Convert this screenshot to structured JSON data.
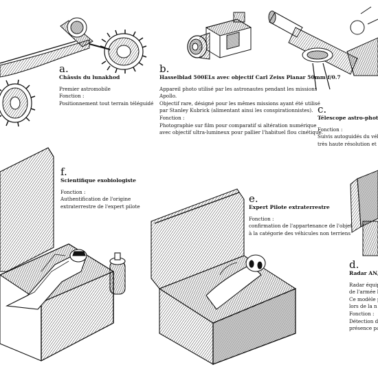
{
  "panels": {
    "a": {
      "letter": "a.",
      "title": "Châssis du lunakhod",
      "lines": [
        "Premier astromobile",
        "Fonction :",
        "Positionnement tout terrain téléguidé"
      ]
    },
    "b": {
      "letter": "b.",
      "title": "Hasselblad 500ELs avec objectif Carl Zeiss Planar 50mm f/0.7",
      "lines": [
        "Appareil photo utilisé par les astronautes pendant les missions",
        "Apollo.",
        "Objectif rare, désigné pour les mêmes missions ayant été utilisé",
        "par Stanley Kubrick (alimentant ainsi les conspirationnistes).",
        "Fonction :",
        "Photographie sur film pour comparatif si altération numérique",
        "avec objectif ultra-lumineux pour pallier l'habituel flou cinétique."
      ]
    },
    "c": {
      "letter": "c.",
      "title": "Télescope astro-photo spec",
      "lines": [
        "Fonction :",
        "Suivis autoguidés du véhicule",
        "très haute résolution et an"
      ]
    },
    "f": {
      "letter": "f.",
      "title": "Scientifique exobiologiste",
      "lines": [
        "Fonction :",
        "Authentification de l'origine",
        "extraterrestre de l'expert pilote"
      ]
    },
    "e": {
      "letter": "e.",
      "title": "Expert Pilote extraterrestre",
      "lines": [
        "Fonction :",
        "confirmation de l'appartenance de l'objet",
        "à la catégorie des véhicules non terriens"
      ]
    },
    "d": {
      "letter": "d.",
      "title": "Radar AN/M",
      "lines": [
        "Radar équipé",
        "de l'armée b",
        "Ce modèle p",
        "lors de la n",
        "Fonction :",
        "Détection de",
        "présence pa"
      ]
    }
  }
}
